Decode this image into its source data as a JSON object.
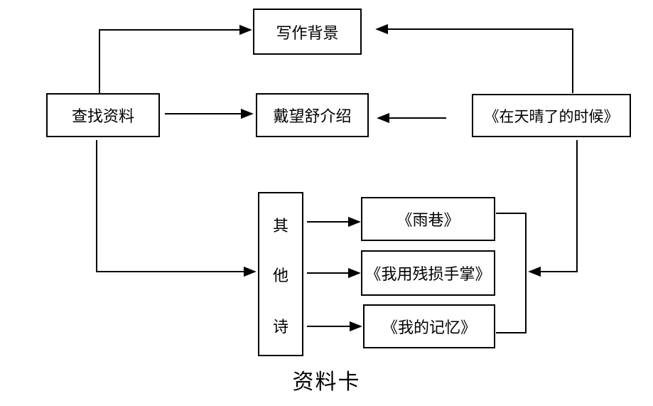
{
  "nodes": {
    "background": "写作背景",
    "search": "查找资料",
    "dai_intro": "戴望舒介绍",
    "poem_main": "《在天晴了的时候》",
    "other_poems": [
      "其",
      "他",
      "诗"
    ],
    "yuxiang": "《雨巷》",
    "wo_yong": "《我用残损手掌》",
    "wo_de_jiyi": "《我的记忆》"
  },
  "caption": "资料卡"
}
